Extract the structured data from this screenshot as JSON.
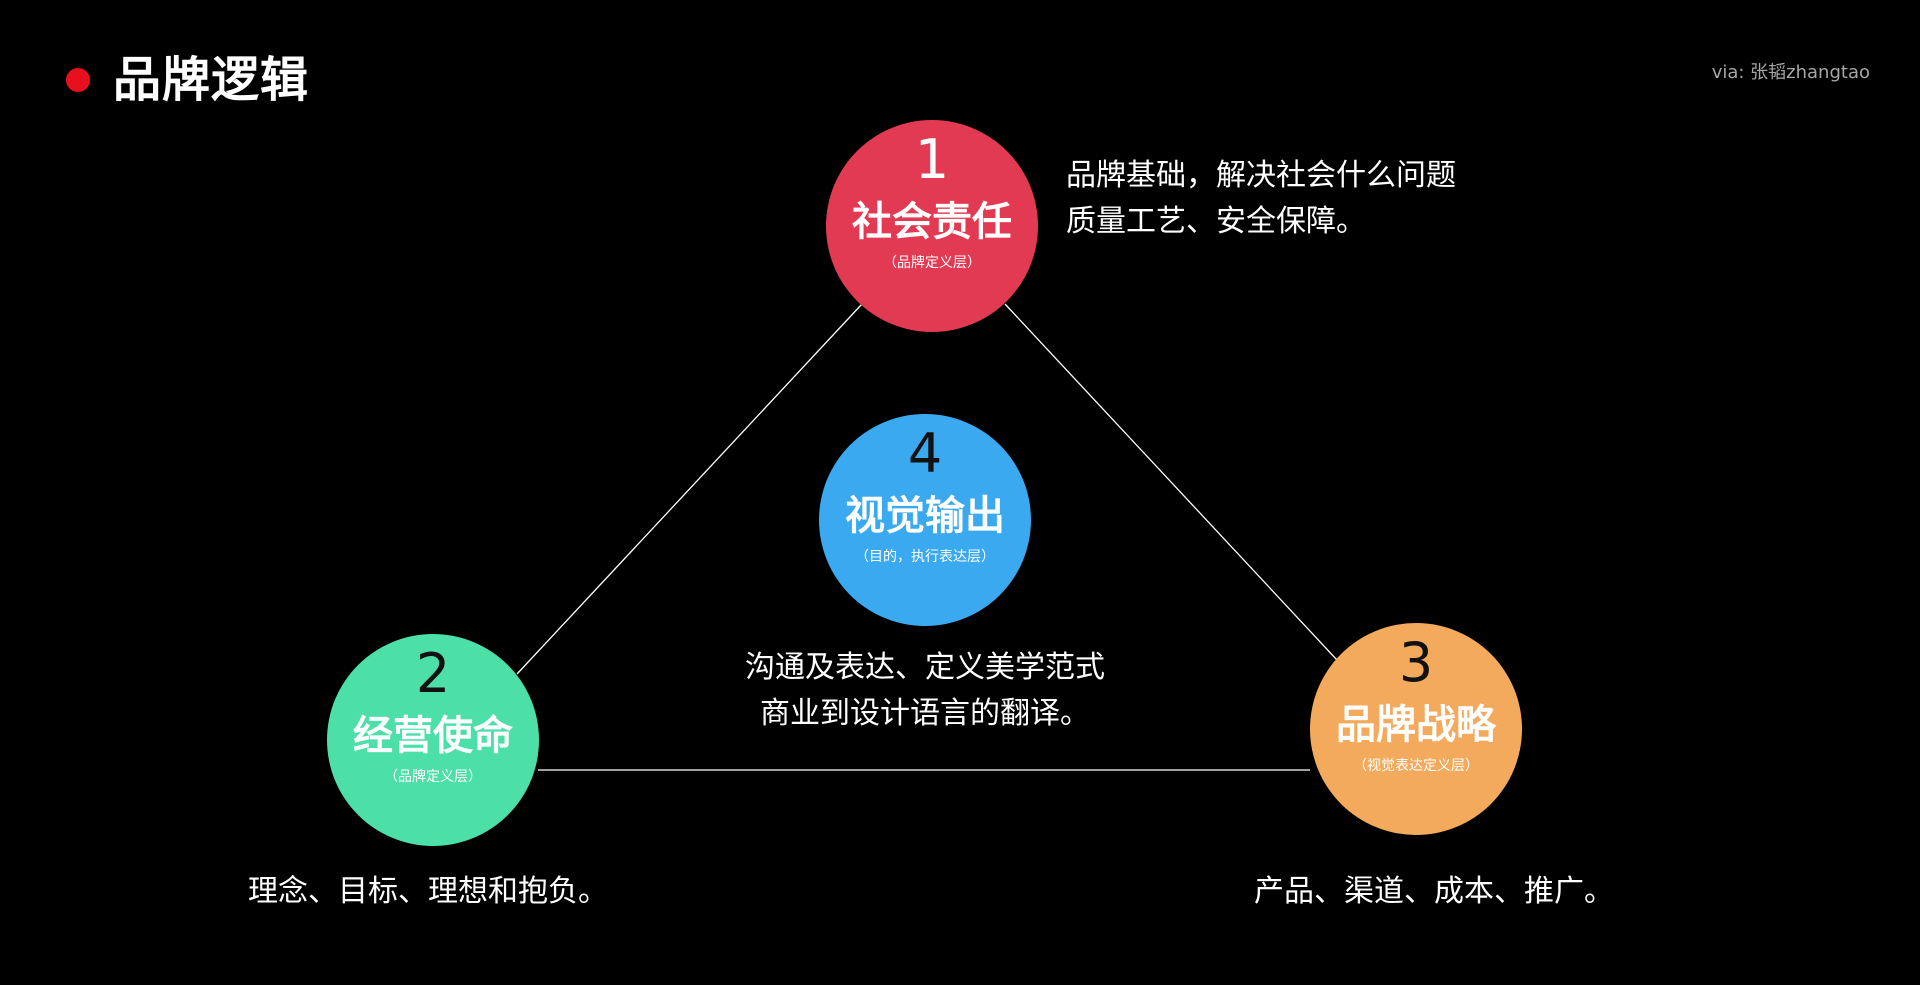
{
  "header": {
    "title": "品牌逻辑",
    "credit": "via: 张韬zhangtao"
  },
  "colors": {
    "background": "#000000",
    "title_dot": "#e8101f",
    "node1": "#e23a52",
    "node2": "#4cdfa8",
    "node3": "#f4aa5c",
    "node4": "#3aa9f0",
    "connector": "#ffffff"
  },
  "nodes": [
    {
      "number": "1",
      "name": "社会责任",
      "layer": "（品牌定义层）"
    },
    {
      "number": "2",
      "name": "经营使命",
      "layer": "（品牌定义层）"
    },
    {
      "number": "3",
      "name": "品牌战略",
      "layer": "（视觉表达定义层）"
    },
    {
      "number": "4",
      "name": "视觉输出",
      "layer": "（目的，执行表达层）"
    }
  ],
  "descriptions": {
    "node1": [
      "品牌基础，解决社会什么问题",
      "质量工艺、安全保障。"
    ],
    "node2": [
      "理念、目标、理想和抱负。"
    ],
    "node3": [
      "产品、渠道、成本、推广。"
    ],
    "node4": [
      "沟通及表达、定义美学范式",
      "商业到设计语言的翻译。"
    ]
  }
}
